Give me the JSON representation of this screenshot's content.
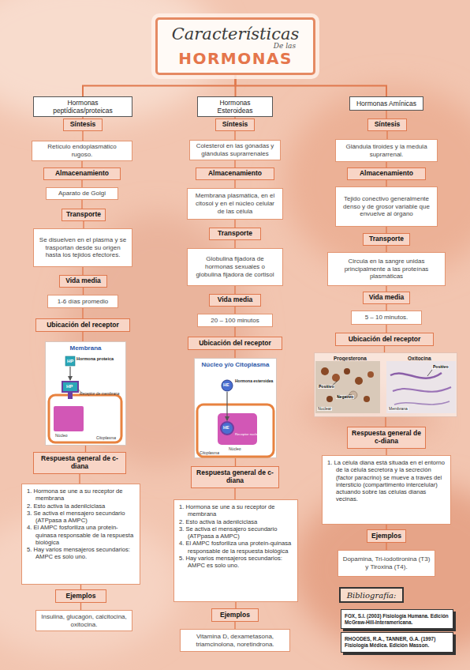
{
  "diagram": {
    "nodes": [
      {
        "text": [
          "Características",
          "De las",
          "HORMONAS"
        ]
      },
      {
        "text": [
          "Hormonas peptídicas/proteicas"
        ]
      },
      {
        "text": [
          "Síntesis"
        ]
      },
      {
        "text": [
          "Retículo endoplasmático rugoso."
        ]
      },
      {
        "text": [
          "Almacenamiento"
        ]
      },
      {
        "text": [
          "Aparato de Golgi"
        ]
      },
      {
        "text": [
          "Transporte"
        ]
      },
      {
        "text": [
          "Se disuelven en el plasma y se trasportan desde su origen hasta los tejidos efectores."
        ]
      },
      {
        "text": [
          "Vida media"
        ]
      },
      {
        "text": [
          "1-6 días promedio"
        ]
      },
      {
        "text": [
          "Ubicación del receptor"
        ]
      },
      {
        "text": [
          "Membrana"
        ]
      },
      {
        "text": [
          "Respuesta general de c-diana"
        ]
      },
      {
        "text": [
          "1. Hormona se une a su receptor de membrana",
          "2. Esto activa la adenilciclasa",
          "3. Se activa el mensajero secundario (ATPpasa a AMPC)",
          "4. El AMPC fosforiliza una protein-quinasa responsable de la respuesta biológica",
          "5. Hay varios mensajeros secundarios: AMPC es solo uno."
        ]
      },
      {
        "text": [
          "Ejemplos"
        ]
      },
      {
        "text": [
          "Insulina, glucagón, calcitocina, oxitocina."
        ]
      },
      {
        "text": [
          "Hormonas Esteroideas"
        ]
      },
      {
        "text": [
          "Síntesis"
        ]
      },
      {
        "text": [
          "Colesterol en las gónadas y glándulas suprarrenales"
        ]
      },
      {
        "text": [
          "Almacenamiento"
        ]
      },
      {
        "text": [
          "Membrana plasmática, en el citosol y en el núcleo celular de las célula"
        ]
      },
      {
        "text": [
          "Transporte"
        ]
      },
      {
        "text": [
          "Globulina fijadora de hormonas sexuales o globulina fijadora de cortisol"
        ]
      },
      {
        "text": [
          "Vida media"
        ]
      },
      {
        "text": [
          "20 – 100 minutos"
        ]
      },
      {
        "text": [
          "Ubicación del receptor"
        ]
      },
      {
        "text": [
          "Núcleo y/o Citoplasma"
        ]
      },
      {
        "text": [
          "Respuesta general de c-diana"
        ]
      },
      {
        "text": [
          "1. Hormona se une a su receptor de membrana",
          "2. Esto activa la adenilciclasa",
          "3. Se activa el mensajero secundario (ATPpasa a AMPC)",
          "4. El AMPC fosforiliza una protein-quinasa responsable de la respuesta biológica",
          "5. Hay varios mensajeros secundarios: AMPC es solo uno."
        ]
      },
      {
        "text": [
          "Ejemplos"
        ]
      },
      {
        "text": [
          "Vitamina D, dexametasona, triamcinolona, noretindrona."
        ]
      },
      {
        "text": [
          "Hormonas Amínicas"
        ]
      },
      {
        "text": [
          "Síntesis"
        ]
      },
      {
        "text": [
          "Glándula tiroides y la medula suprarrenal."
        ]
      },
      {
        "text": [
          "Almacenamiento"
        ]
      },
      {
        "text": [
          "Tejido conectivo generalmente denso y de grosor variable que envuelve al órgano"
        ]
      },
      {
        "text": [
          "Transporte"
        ]
      },
      {
        "text": [
          "Circula en la sangre unidas principalmente a las proteínas plasmáticas"
        ]
      },
      {
        "text": [
          "Vida media"
        ]
      },
      {
        "text": [
          "5 – 10 minutos."
        ]
      },
      {
        "text": [
          "Ubicación del receptor"
        ]
      },
      {
        "text": [
          "Progesterona",
          "Oxitocina"
        ]
      },
      {
        "text": [
          "Respuesta general de c-diana"
        ]
      },
      {
        "text": [
          "1. La célula diana está situada en el entorno de la célula secretora y la secreción (factor paracrino) se mueve a través del intersticio (compartimento intercelular) actuando sobre las células dianas vecinas."
        ]
      },
      {
        "text": [
          "Ejemplos"
        ]
      },
      {
        "text": [
          "Dopamina, Tri-iodotironina (T3) y Tiroxina (T4)."
        ]
      },
      {
        "text": [
          "Bibliografía:"
        ]
      },
      {
        "text": [
          "FOX, S.I. (2003) Fisiología Humana. Edición McGraw-Hill-Interamericana."
        ]
      },
      {
        "text": [
          "RHOODES, R.A., TANNER, G.A. (1997) Fisiología Médica. Edición Masson."
        ]
      }
    ],
    "edges": [
      {
        "from": 0,
        "to": 1,
        "arrow": "none"
      },
      {
        "from": 0,
        "to": 16,
        "arrow": "none"
      },
      {
        "from": 0,
        "to": 31,
        "arrow": "none"
      },
      {
        "from": 1,
        "to": 2,
        "arrow": "none"
      },
      {
        "from": 2,
        "to": 3,
        "arrow": "none"
      },
      {
        "from": 3,
        "to": 4,
        "arrow": "none"
      },
      {
        "from": 4,
        "to": 5,
        "arrow": "none"
      },
      {
        "from": 5,
        "to": 6,
        "arrow": "none"
      },
      {
        "from": 6,
        "to": 7,
        "arrow": "none"
      },
      {
        "from": 7,
        "to": 8,
        "arrow": "none"
      },
      {
        "from": 8,
        "to": 9,
        "arrow": "none"
      },
      {
        "from": 9,
        "to": 10,
        "arrow": "none"
      },
      {
        "from": 10,
        "to": 11,
        "arrow": "none"
      },
      {
        "from": 11,
        "to": 12,
        "arrow": "none"
      },
      {
        "from": 12,
        "to": 13,
        "arrow": "none"
      },
      {
        "from": 13,
        "to": 14,
        "arrow": "none"
      },
      {
        "from": 14,
        "to": 15,
        "arrow": "none"
      },
      {
        "from": 16,
        "to": 17,
        "arrow": "none"
      },
      {
        "from": 17,
        "to": 18,
        "arrow": "none"
      },
      {
        "from": 18,
        "to": 19,
        "arrow": "none"
      },
      {
        "from": 19,
        "to": 20,
        "arrow": "none"
      },
      {
        "from": 20,
        "to": 21,
        "arrow": "none"
      },
      {
        "from": 21,
        "to": 22,
        "arrow": "none"
      },
      {
        "from": 22,
        "to": 23,
        "arrow": "none"
      },
      {
        "from": 23,
        "to": 24,
        "arrow": "none"
      },
      {
        "from": 24,
        "to": 25,
        "arrow": "none"
      },
      {
        "from": 25,
        "to": 26,
        "arrow": "none"
      },
      {
        "from": 26,
        "to": 27,
        "arrow": "none"
      },
      {
        "from": 27,
        "to": 28,
        "arrow": "none"
      },
      {
        "from": 28,
        "to": 29,
        "arrow": "none"
      },
      {
        "from": 29,
        "to": 30,
        "arrow": "none"
      },
      {
        "from": 31,
        "to": 32,
        "arrow": "none"
      },
      {
        "from": 32,
        "to": 33,
        "arrow": "none"
      },
      {
        "from": 33,
        "to": 34,
        "arrow": "none"
      },
      {
        "from": 34,
        "to": 35,
        "arrow": "none"
      },
      {
        "from": 35,
        "to": 36,
        "arrow": "none"
      },
      {
        "from": 36,
        "to": 37,
        "arrow": "none"
      },
      {
        "from": 37,
        "to": 38,
        "arrow": "none"
      },
      {
        "from": 38,
        "to": 39,
        "arrow": "none"
      },
      {
        "from": 39,
        "to": 40,
        "arrow": "none"
      },
      {
        "from": 40,
        "to": 41,
        "arrow": "none"
      },
      {
        "from": 41,
        "to": 42,
        "arrow": "none"
      },
      {
        "from": 42,
        "to": 43,
        "arrow": "none"
      },
      {
        "from": 43,
        "to": 44,
        "arrow": "none"
      },
      {
        "from": 44,
        "to": 45,
        "arrow": "none"
      }
    ],
    "labels": [
      "HP",
      "Hormona proteica",
      "HP",
      "Receptor de membrana",
      "Núcleo",
      "Citoplasma",
      "HE",
      "Hormona esteroidea",
      "HE",
      "Receptor nuclear",
      "Núcleo",
      "Citoplasma",
      "Positivo",
      "Negativo",
      "Nuclear",
      "Positivo",
      "Membrana"
    ]
  }
}
